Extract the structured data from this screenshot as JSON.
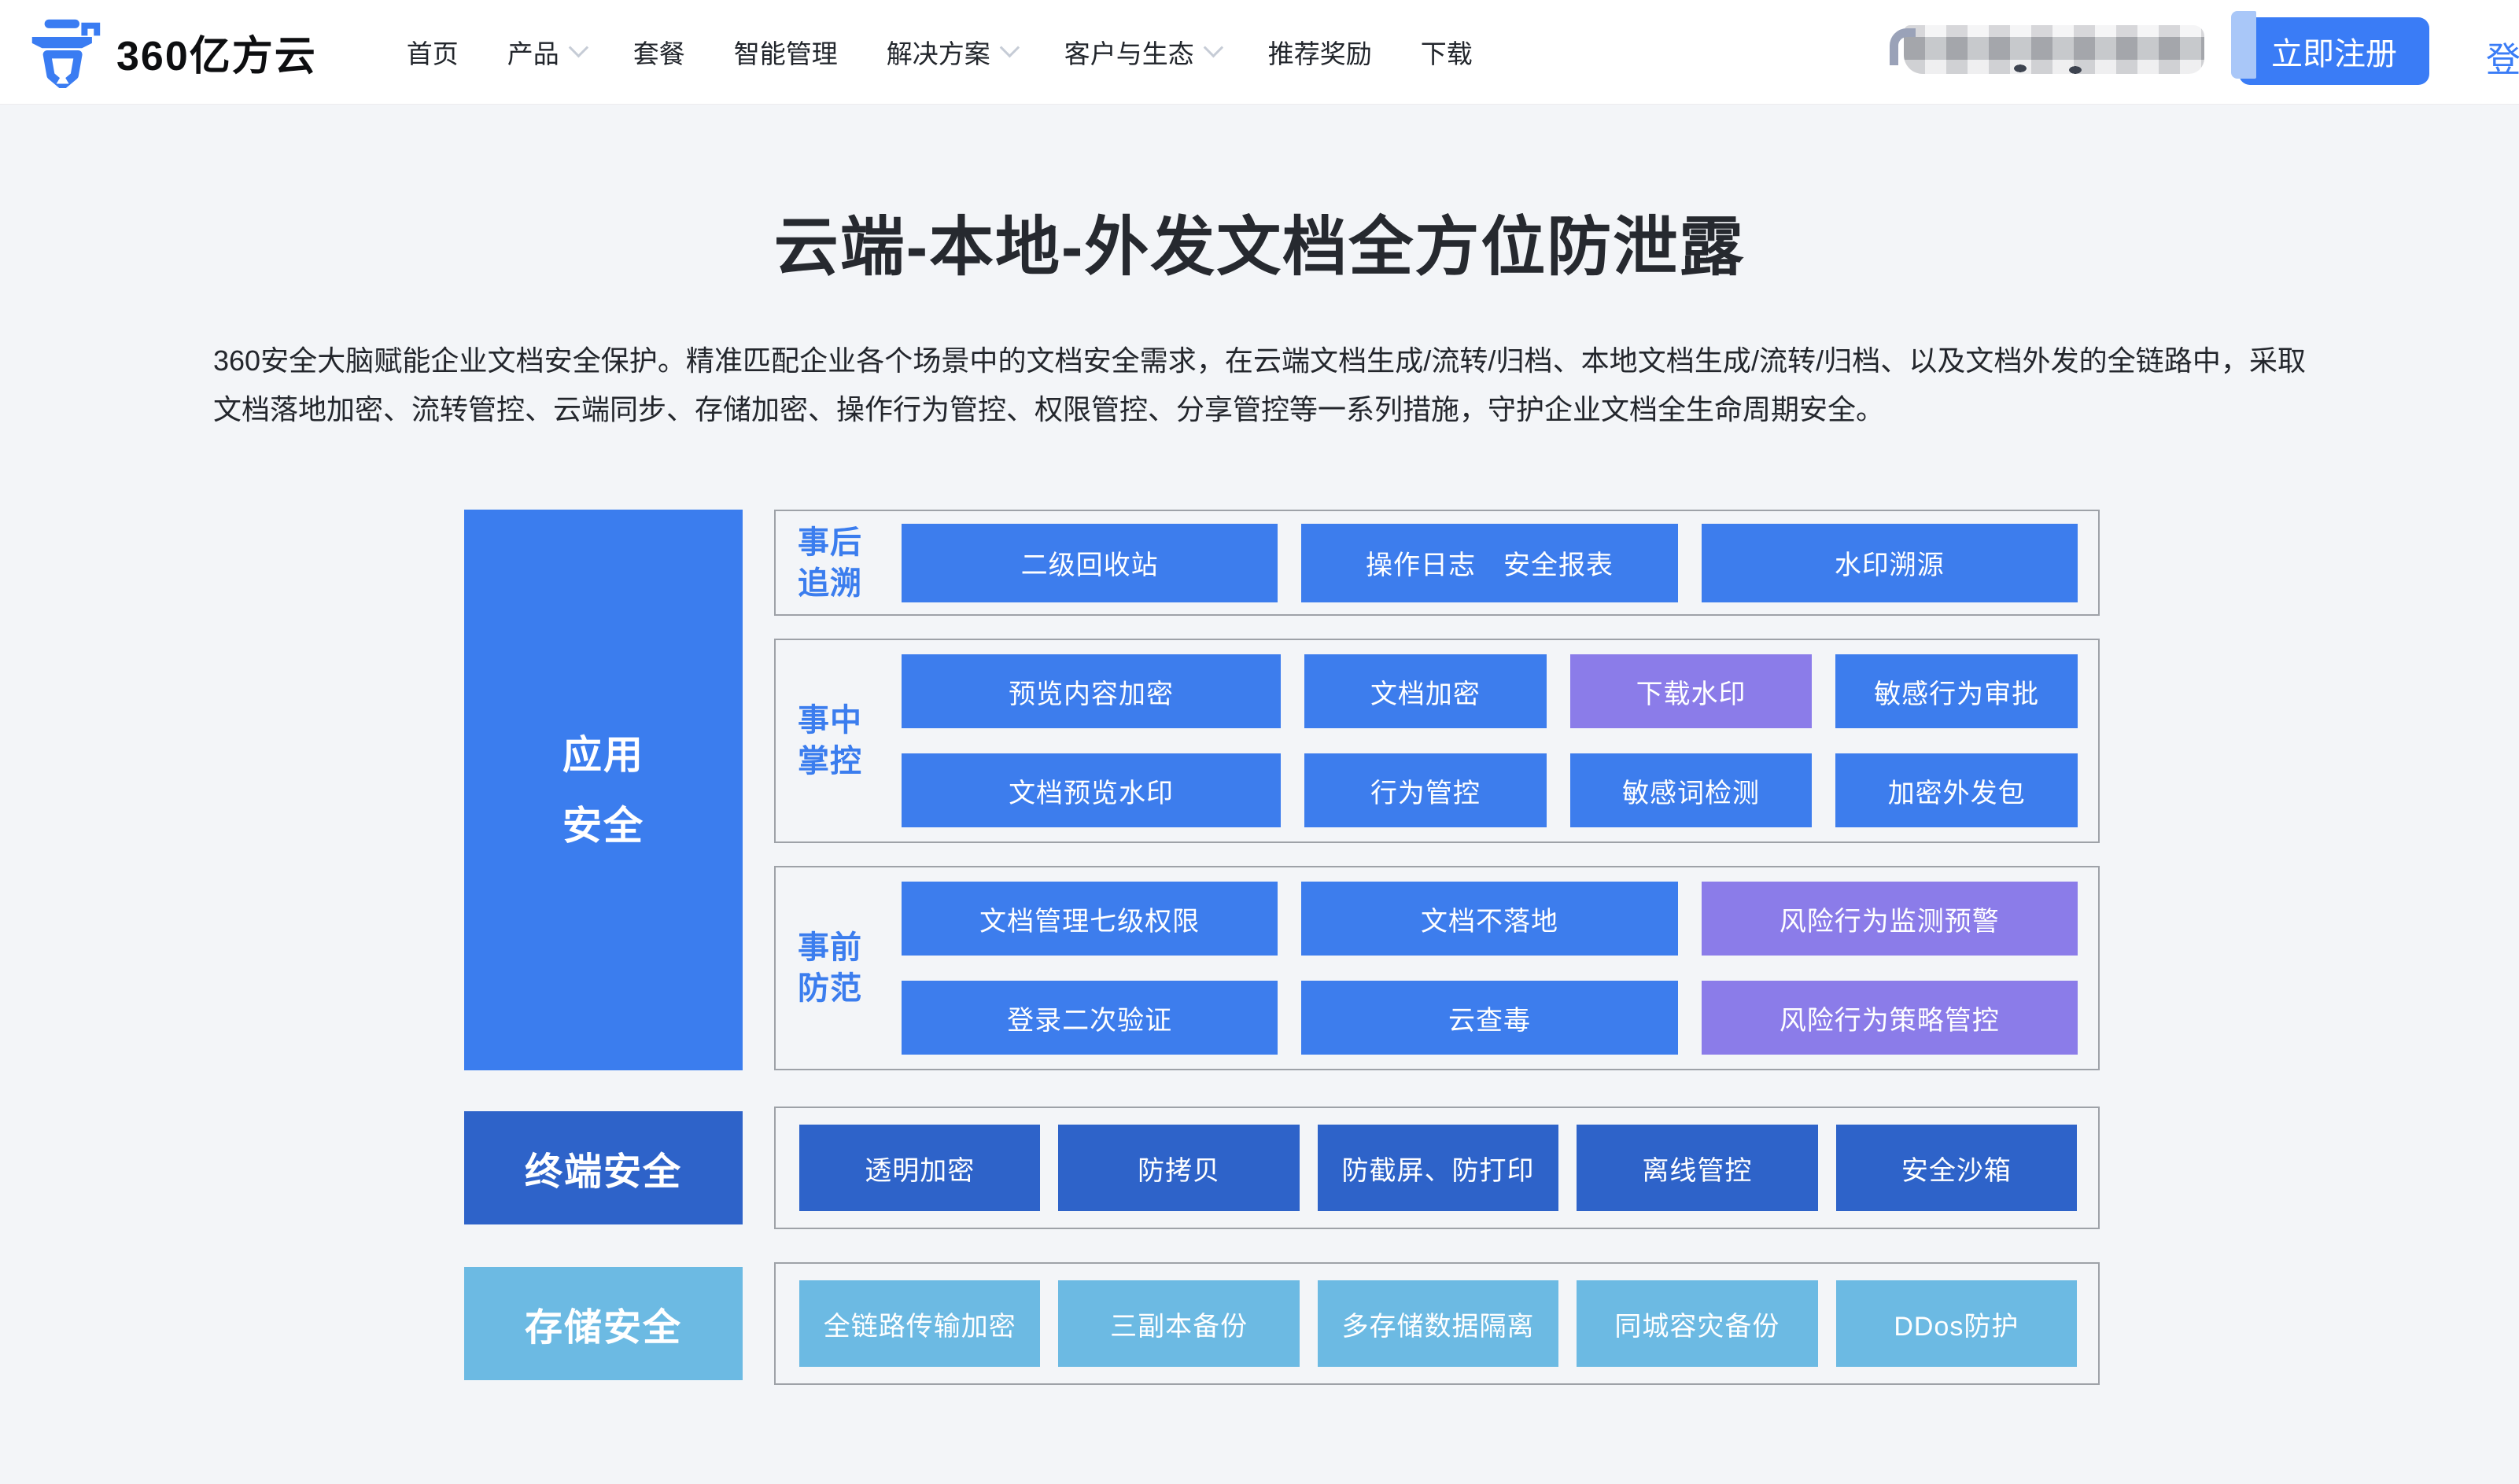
{
  "colors": {
    "page_bg": "#f3f5f8",
    "header_bg": "#ffffff",
    "accent_blue": "#3a7cf6",
    "primary_blue": "#3b7dee",
    "button_blue": "#3d7ded",
    "purple": "#8b7ce9",
    "dark_blue": "#2e63c9",
    "light_blue": "#6cbae3",
    "label_blue": "#3b7dee",
    "border_gray": "#9ea2a8",
    "text_dark": "#23262c"
  },
  "icons": {
    "logo": "360-shield-pen-logo-icon",
    "nav_dropdown": "chevron-down-icon",
    "phone": "redacted-phone-number"
  },
  "header": {
    "logo_text": "360亿方云",
    "nav": [
      {
        "label": "首页"
      },
      {
        "label": "产品"
      },
      {
        "label": "套餐"
      },
      {
        "label": "智能管理"
      },
      {
        "label": "解决方案"
      },
      {
        "label": "客户与生态"
      },
      {
        "label": "推荐奖励"
      },
      {
        "label": "下载"
      }
    ],
    "register_label": "立即注册",
    "login_label": "登录"
  },
  "hero": {
    "title": "云端-本地-外发文档全方位防泄露",
    "description": "360安全大脑赋能企业文档安全保护。精准匹配企业各个场景中的文档安全需求，在云端文档生成/流转/归档、本地文档生成/流转/归档、以及文档外发的全链路中，采取文档落地加密、流转管控、云端同步、存储加密、操作行为管控、权限管控、分享管控等一系列措施，守护企业文档全生命周期安全。"
  },
  "diagram": {
    "app_label": "应用\n安全",
    "groups": [
      {
        "label": "事后\n追溯",
        "rows": [
          [
            "二级回收站",
            "操作日志　安全报表",
            "水印溯源"
          ]
        ]
      },
      {
        "label": "事中\n掌控",
        "rows": [
          [
            "预览内容加密",
            "文档加密",
            "下载水印",
            "敏感行为审批"
          ],
          [
            "文档预览水印",
            "行为管控",
            "敏感词检测",
            "加密外发包"
          ]
        ]
      },
      {
        "label": "事前\n防范",
        "rows": [
          [
            "文档管理七级权限",
            "文档不落地",
            "风险行为监测预警"
          ],
          [
            "登录二次验证",
            "云查毒",
            "风险行为策略管控"
          ]
        ]
      }
    ],
    "bottom": [
      {
        "label": "终端安全",
        "cells": [
          "透明加密",
          "防拷贝",
          "防截屏、防打印",
          "离线管控",
          "安全沙箱"
        ]
      },
      {
        "label": "存储安全",
        "cells": [
          "全链路传输加密",
          "三副本备份",
          "多存储数据隔离",
          "同城容灾备份",
          "DDos防护"
        ]
      }
    ]
  }
}
